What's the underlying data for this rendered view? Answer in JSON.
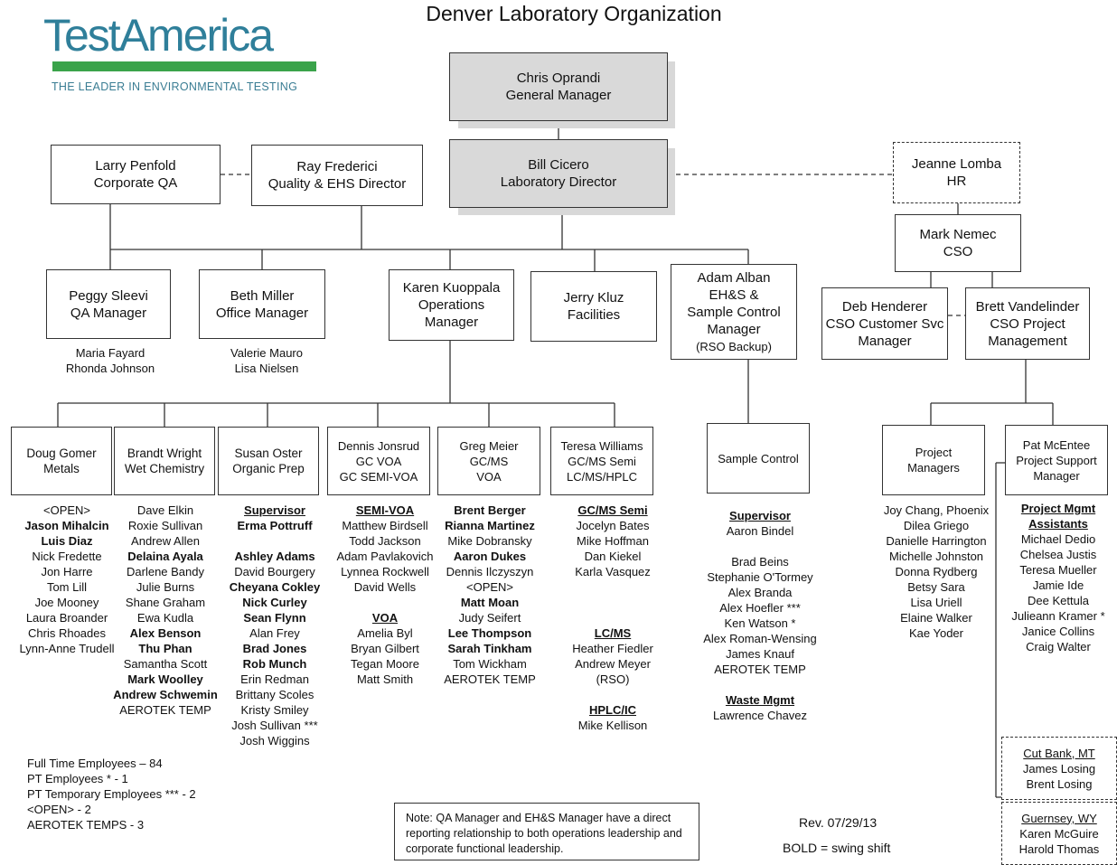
{
  "page": {
    "title": "Denver Laboratory Organization"
  },
  "logo": {
    "name": "TestAmerica",
    "tagline": "THE LEADER IN ENVIRONMENTAL TESTING"
  },
  "leaders": {
    "gm": {
      "name": "Chris Oprandi",
      "role": "General Manager"
    },
    "lab_director": {
      "name": "Bill Cicero",
      "role": "Laboratory Director"
    },
    "corporate_qa": {
      "name": "Larry Penfold",
      "role": "Corporate QA"
    },
    "quality_director": {
      "name": "Ray Frederici",
      "role": "Quality & EHS Director"
    },
    "hr": {
      "name": "Jeanne Lomba",
      "role": "HR"
    },
    "cso": {
      "name": "Mark Nemec",
      "role": "CSO"
    }
  },
  "managers": {
    "qa": {
      "name": "Peggy Sleevi",
      "role": "QA Manager",
      "staff": [
        "Maria Fayard",
        "Rhonda Johnson"
      ]
    },
    "office": {
      "name": "Beth Miller",
      "role": "Office Manager",
      "staff": [
        "Valerie Mauro",
        "Lisa Nielsen"
      ]
    },
    "operations": {
      "name": "Karen Kuoppala",
      "role": "Operations",
      "role2": "Manager"
    },
    "facilities": {
      "name": "Jerry Kluz",
      "role": "Facilities"
    },
    "ehs": {
      "name": "Adam Alban",
      "role": "EH&S &",
      "role2": "Sample Control",
      "role3": "Manager",
      "role4": "(RSO Backup)"
    },
    "cso_customer": {
      "name": "Deb Henderer",
      "role": "CSO Customer Svc",
      "role2": "Manager"
    },
    "cso_project": {
      "name": "Brett Vandelinder",
      "role": "CSO Project",
      "role2": "Management"
    }
  },
  "departments": {
    "metals": {
      "lead": "Doug Gomer",
      "dept": "Metals",
      "staff": [
        "<OPEN>",
        "Jason Mihalcin",
        "Luis Diaz",
        "Nick Fredette",
        "Jon Harre",
        "Tom Lill",
        "Joe Mooney",
        "Laura Broander",
        "Chris Rhoades",
        "Lynn-Anne Trudell"
      ]
    },
    "wet_chem": {
      "lead": "Brandt Wright",
      "dept": "Wet Chemistry",
      "staff": [
        "Dave Elkin",
        "Roxie Sullivan",
        "Andrew Allen",
        "Delaina Ayala",
        "Darlene Bandy",
        "Julie Burns",
        "Shane Graham",
        "Ewa Kudla",
        "Alex Benson",
        "Thu Phan",
        "Samantha Scott",
        "Mark Woolley",
        "Andrew Schwemin",
        "AEROTEK TEMP"
      ]
    },
    "organic_prep": {
      "lead": "Susan Oster",
      "dept": "Organic Prep",
      "supervisor_heading": "Supervisor",
      "supervisor": "Erma Pottruff",
      "staff": [
        "Ashley Adams",
        "David Bourgery",
        "Cheyana Cokley",
        "Nick Curley",
        "Sean Flynn",
        "Alan Frey",
        "Brad Jones",
        "Rob Munch",
        "Erin Redman",
        "Brittany Scoles",
        "Kristy Smiley",
        "Josh Sullivan ***",
        "Josh Wiggins"
      ]
    },
    "voa": {
      "lead": "Dennis Jonsrud",
      "dept": "GC VOA",
      "dept2": "GC SEMI-VOA",
      "semi_heading": "SEMI-VOA",
      "semi_staff": [
        "Matthew Birdsell",
        "Todd Jackson",
        "Adam Pavlakovich",
        "Lynnea Rockwell",
        "David Wells"
      ],
      "voa_heading": "VOA",
      "voa_staff": [
        "Amelia Byl",
        "Bryan Gilbert",
        "Tegan Moore",
        "Matt Smith"
      ]
    },
    "gcms": {
      "lead": "Greg Meier",
      "dept": "GC/MS",
      "dept2": "VOA",
      "staff": [
        "Brent Berger",
        "Rianna Martinez",
        "Mike Dobransky",
        "Aaron Dukes",
        "Dennis Ilczyszyn",
        "<OPEN>",
        "Matt Moan",
        "Judy Seifert",
        "Lee Thompson",
        "Sarah Tinkham",
        "Tom Wickham",
        "AEROTEK TEMP"
      ]
    },
    "semi": {
      "lead": "Teresa Williams",
      "dept": "GC/MS Semi",
      "dept2": "LC/MS/HPLC",
      "gcms_heading": "GC/MS Semi",
      "gcms_staff": [
        "Jocelyn Bates",
        "Mike Hoffman",
        "Dan Kiekel",
        "Karla Vasquez"
      ],
      "lcms_heading": "LC/MS",
      "lcms_staff": [
        "Heather Fiedler",
        "Andrew Meyer",
        "(RSO)"
      ],
      "hplc_heading": "HPLC/IC",
      "hplc_staff": [
        "Mike Kellison"
      ]
    },
    "sample_control": {
      "dept": "Sample Control",
      "supervisor_heading": "Supervisor",
      "supervisor": "Aaron Bindel",
      "staff": [
        "Brad Beins",
        "Stephanie O'Tormey",
        "Alex Branda",
        "Alex Hoefler ***",
        "Ken Watson *",
        "Alex Roman-Wensing",
        "James Knauf",
        "AEROTEK TEMP"
      ],
      "waste_heading": "Waste Mgmt",
      "waste_staff": [
        "Lawrence Chavez"
      ]
    },
    "project_managers": {
      "dept": "Project",
      "dept2": "Managers",
      "staff": [
        "Joy Chang, Phoenix",
        "Dilea Griego",
        "Danielle Harrington",
        "Michelle Johnston",
        "Donna Rydberg",
        "Betsy Sara",
        "Lisa Uriell",
        "Elaine Walker",
        "Kae Yoder"
      ]
    },
    "project_support": {
      "lead": "Pat McEntee",
      "dept": "Project Support",
      "dept2": "Manager",
      "heading": "Project Mgmt",
      "heading2": "Assistants",
      "staff": [
        "Michael Dedio",
        "Chelsea Justis",
        "Teresa Mueller",
        "Jamie Ide",
        "Dee Kettula",
        "Julieann Kramer *",
        "Janice Collins",
        "Craig Walter"
      ]
    }
  },
  "remote": {
    "cut_bank": {
      "location": "Cut Bank, MT",
      "staff": [
        "James Losing",
        "Brent Losing"
      ]
    },
    "guernsey": {
      "location": "Guernsey, WY",
      "staff": [
        "Karen McGuire",
        "Harold Thomas"
      ]
    }
  },
  "stats": {
    "full_time": "Full Time Employees – 84",
    "pt": "PT Employees * - 1",
    "pt_temp": "PT Temporary Employees *** - 2",
    "open": "<OPEN> - 2",
    "temps": "AEROTEK TEMPS - 3"
  },
  "note": "Note: QA Manager and EH&S Manager have a direct reporting relationship to both operations leadership and corporate functional leadership.",
  "revision": "Rev. 07/29/13",
  "bold_legend": "BOLD = swing shift",
  "bold_names": [
    "Jason Mihalcin",
    "Luis Diaz",
    "Delaina Ayala",
    "Alex Benson",
    "Thu Phan",
    "Mark Woolley",
    "Andrew Schwemin",
    "Ashley Adams",
    "Cheyana Cokley",
    "Nick Curley",
    "Sean Flynn",
    "Brad Jones",
    "Rob Munch",
    "Brent Berger",
    "Rianna Martinez",
    "Aaron Dukes",
    "Matt Moan",
    "Lee Thompson",
    "Sarah Tinkham"
  ]
}
